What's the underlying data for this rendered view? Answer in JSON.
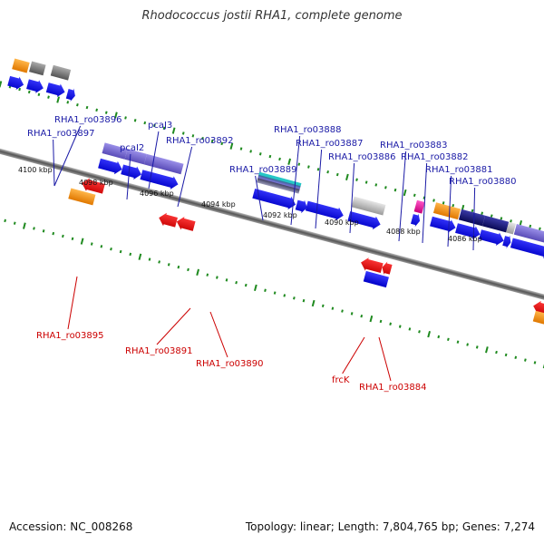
{
  "title": "Rhodococcus jostii RHA1, complete genome",
  "footer": {
    "accession": "Accession: NC_008268",
    "summary": "Topology: linear; Length: 7,804,765 bp; Genes: 7,274"
  },
  "colors": {
    "forward_label": "#1a1aa6",
    "reverse_label": "#cc0000",
    "gene_blue": "#1010ee",
    "gene_red": "#ee1111",
    "gene_purple": "#7e72d6",
    "gene_orange": "#ff9a1a",
    "gene_gray": "#888888",
    "gene_navy": "#1a1a80",
    "gene_magenta": "#ee2aa8",
    "gene_cyan": "#25c6c6",
    "ruler_green": "#1f8a1f",
    "backbone": "#777777"
  },
  "ruler_labels": [
    "4100 kbp",
    "4098 kbp",
    "4096 kbp",
    "4094 kbp",
    "4092 kbp",
    "4090 kbp",
    "4088 kbp",
    "4086 kbp"
  ],
  "forward_gene_labels": [
    "RHA1_ro03896",
    "RHA1_ro03897",
    "pcaJ3",
    "pcaI2",
    "RHA1_ro03892",
    "RHA1_ro03888",
    "RHA1_ro03887",
    "RHA1_ro03889",
    "RHA1_ro03886",
    "RHA1_ro03883",
    "RHA1_ro03882",
    "RHA1_ro03881",
    "RHA1_ro03880"
  ],
  "reverse_gene_labels": [
    "RHA1_ro03895",
    "RHA1_ro03891",
    "RHA1_ro03890",
    "frcK",
    "RHA1_ro03884"
  ]
}
